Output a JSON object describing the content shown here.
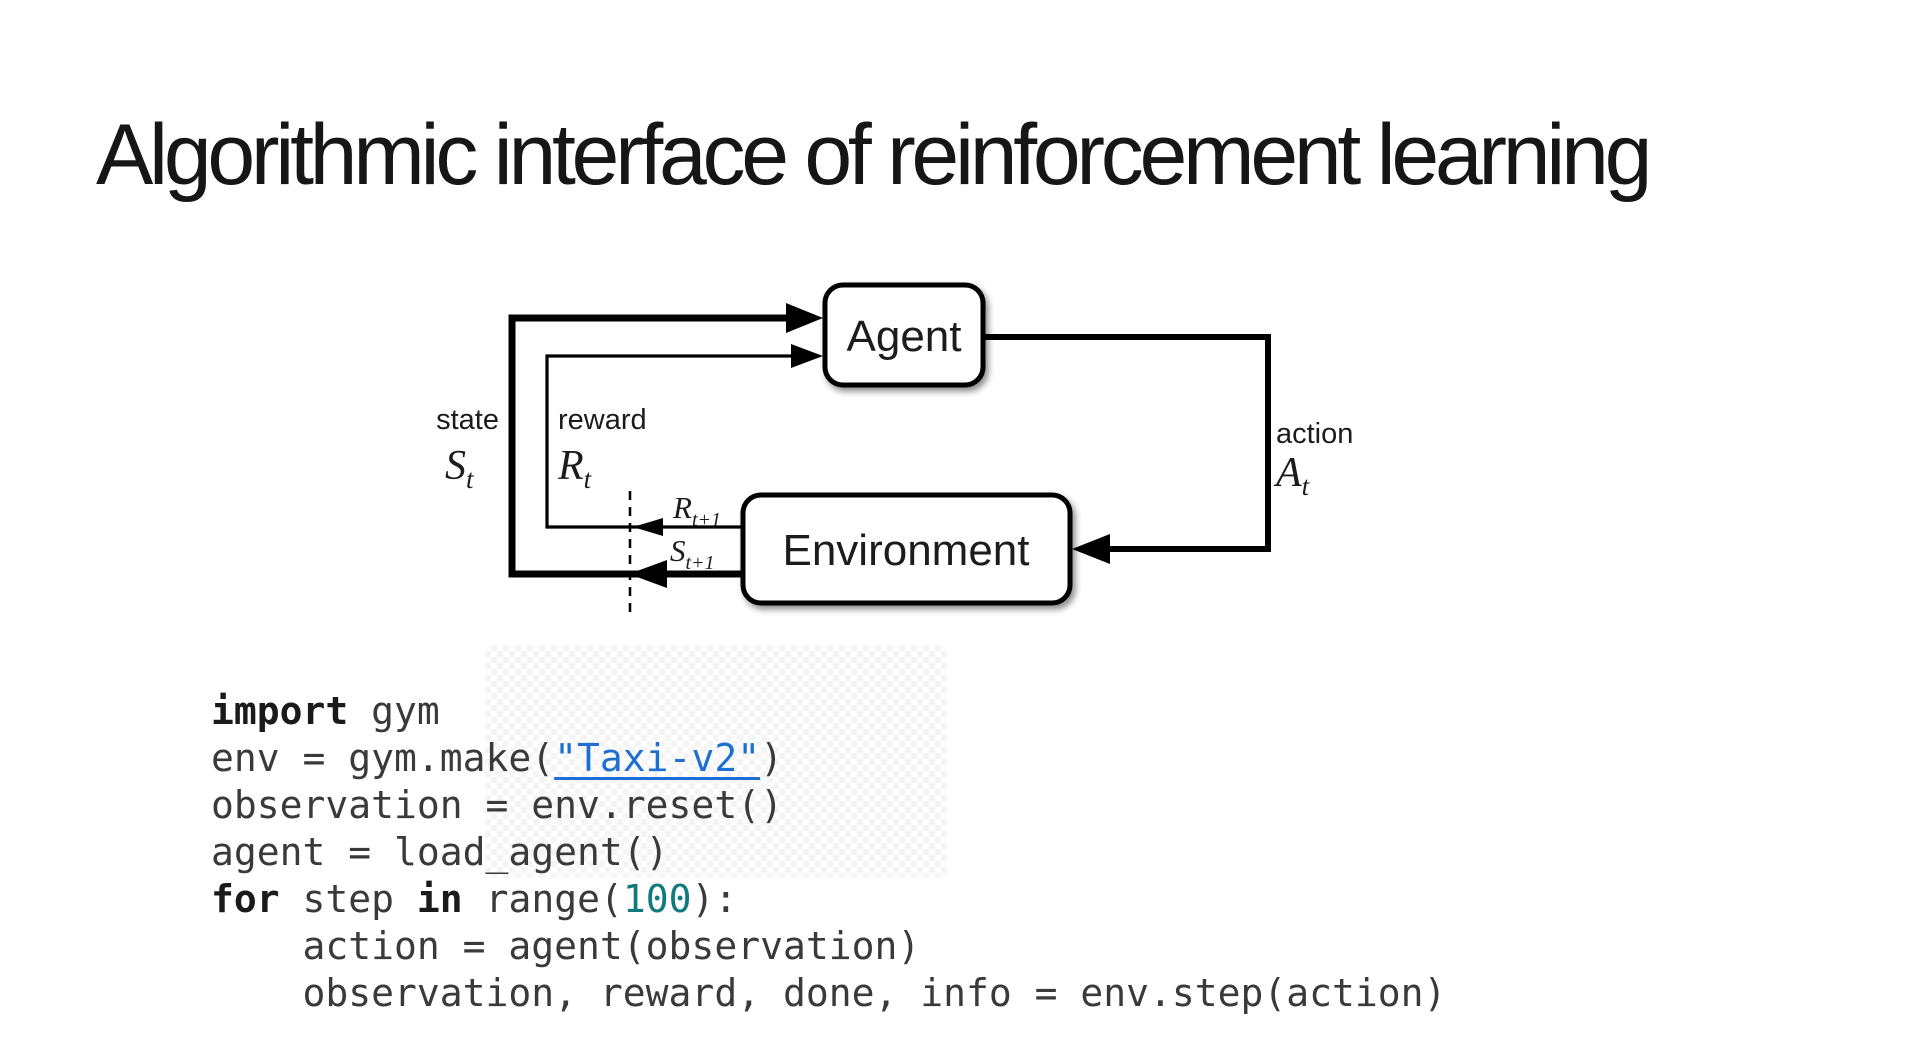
{
  "slide": {
    "title": "Algorithmic interface of reinforcement learning"
  },
  "diagram": {
    "agent_label": "Agent",
    "environment_label": "Environment",
    "state_label": "state",
    "state_symbol": "S",
    "state_sub": "t",
    "reward_label": "reward",
    "reward_symbol": "R",
    "reward_sub": "t",
    "action_label": "action",
    "action_symbol": "A",
    "action_sub": "t",
    "next_reward_symbol": "R",
    "next_reward_sub": "t+1",
    "next_state_symbol": "S",
    "next_state_sub": "t+1"
  },
  "code": {
    "lines": [
      [
        {
          "c": "kw",
          "t": "import"
        },
        {
          "c": "p",
          "t": " gym"
        }
      ],
      [
        {
          "c": "p",
          "t": "env = gym.make("
        },
        {
          "c": "str",
          "t": "\"Taxi-v2\""
        },
        {
          "c": "p",
          "t": ")"
        }
      ],
      [
        {
          "c": "p",
          "t": "observation = env.reset()"
        }
      ],
      [
        {
          "c": "p",
          "t": "agent = load_agent()"
        }
      ],
      [
        {
          "c": "kw",
          "t": "for"
        },
        {
          "c": "p",
          "t": " step "
        },
        {
          "c": "kw",
          "t": "in"
        },
        {
          "c": "p",
          "t": " range("
        },
        {
          "c": "num",
          "t": "100"
        },
        {
          "c": "p",
          "t": "):"
        }
      ],
      [
        {
          "c": "p",
          "t": "    action = agent(observation)"
        }
      ],
      [
        {
          "c": "p",
          "t": "    observation, reward, done, info = env.step(action)"
        }
      ]
    ]
  },
  "colors": {
    "title_ink": "#161616",
    "diagram_ink": "#000000",
    "code_ink": "#3a3a3a",
    "keyword_ink": "#1a1a1a",
    "string_link": "#1d6fd2",
    "number_literal": "#117a7e"
  }
}
